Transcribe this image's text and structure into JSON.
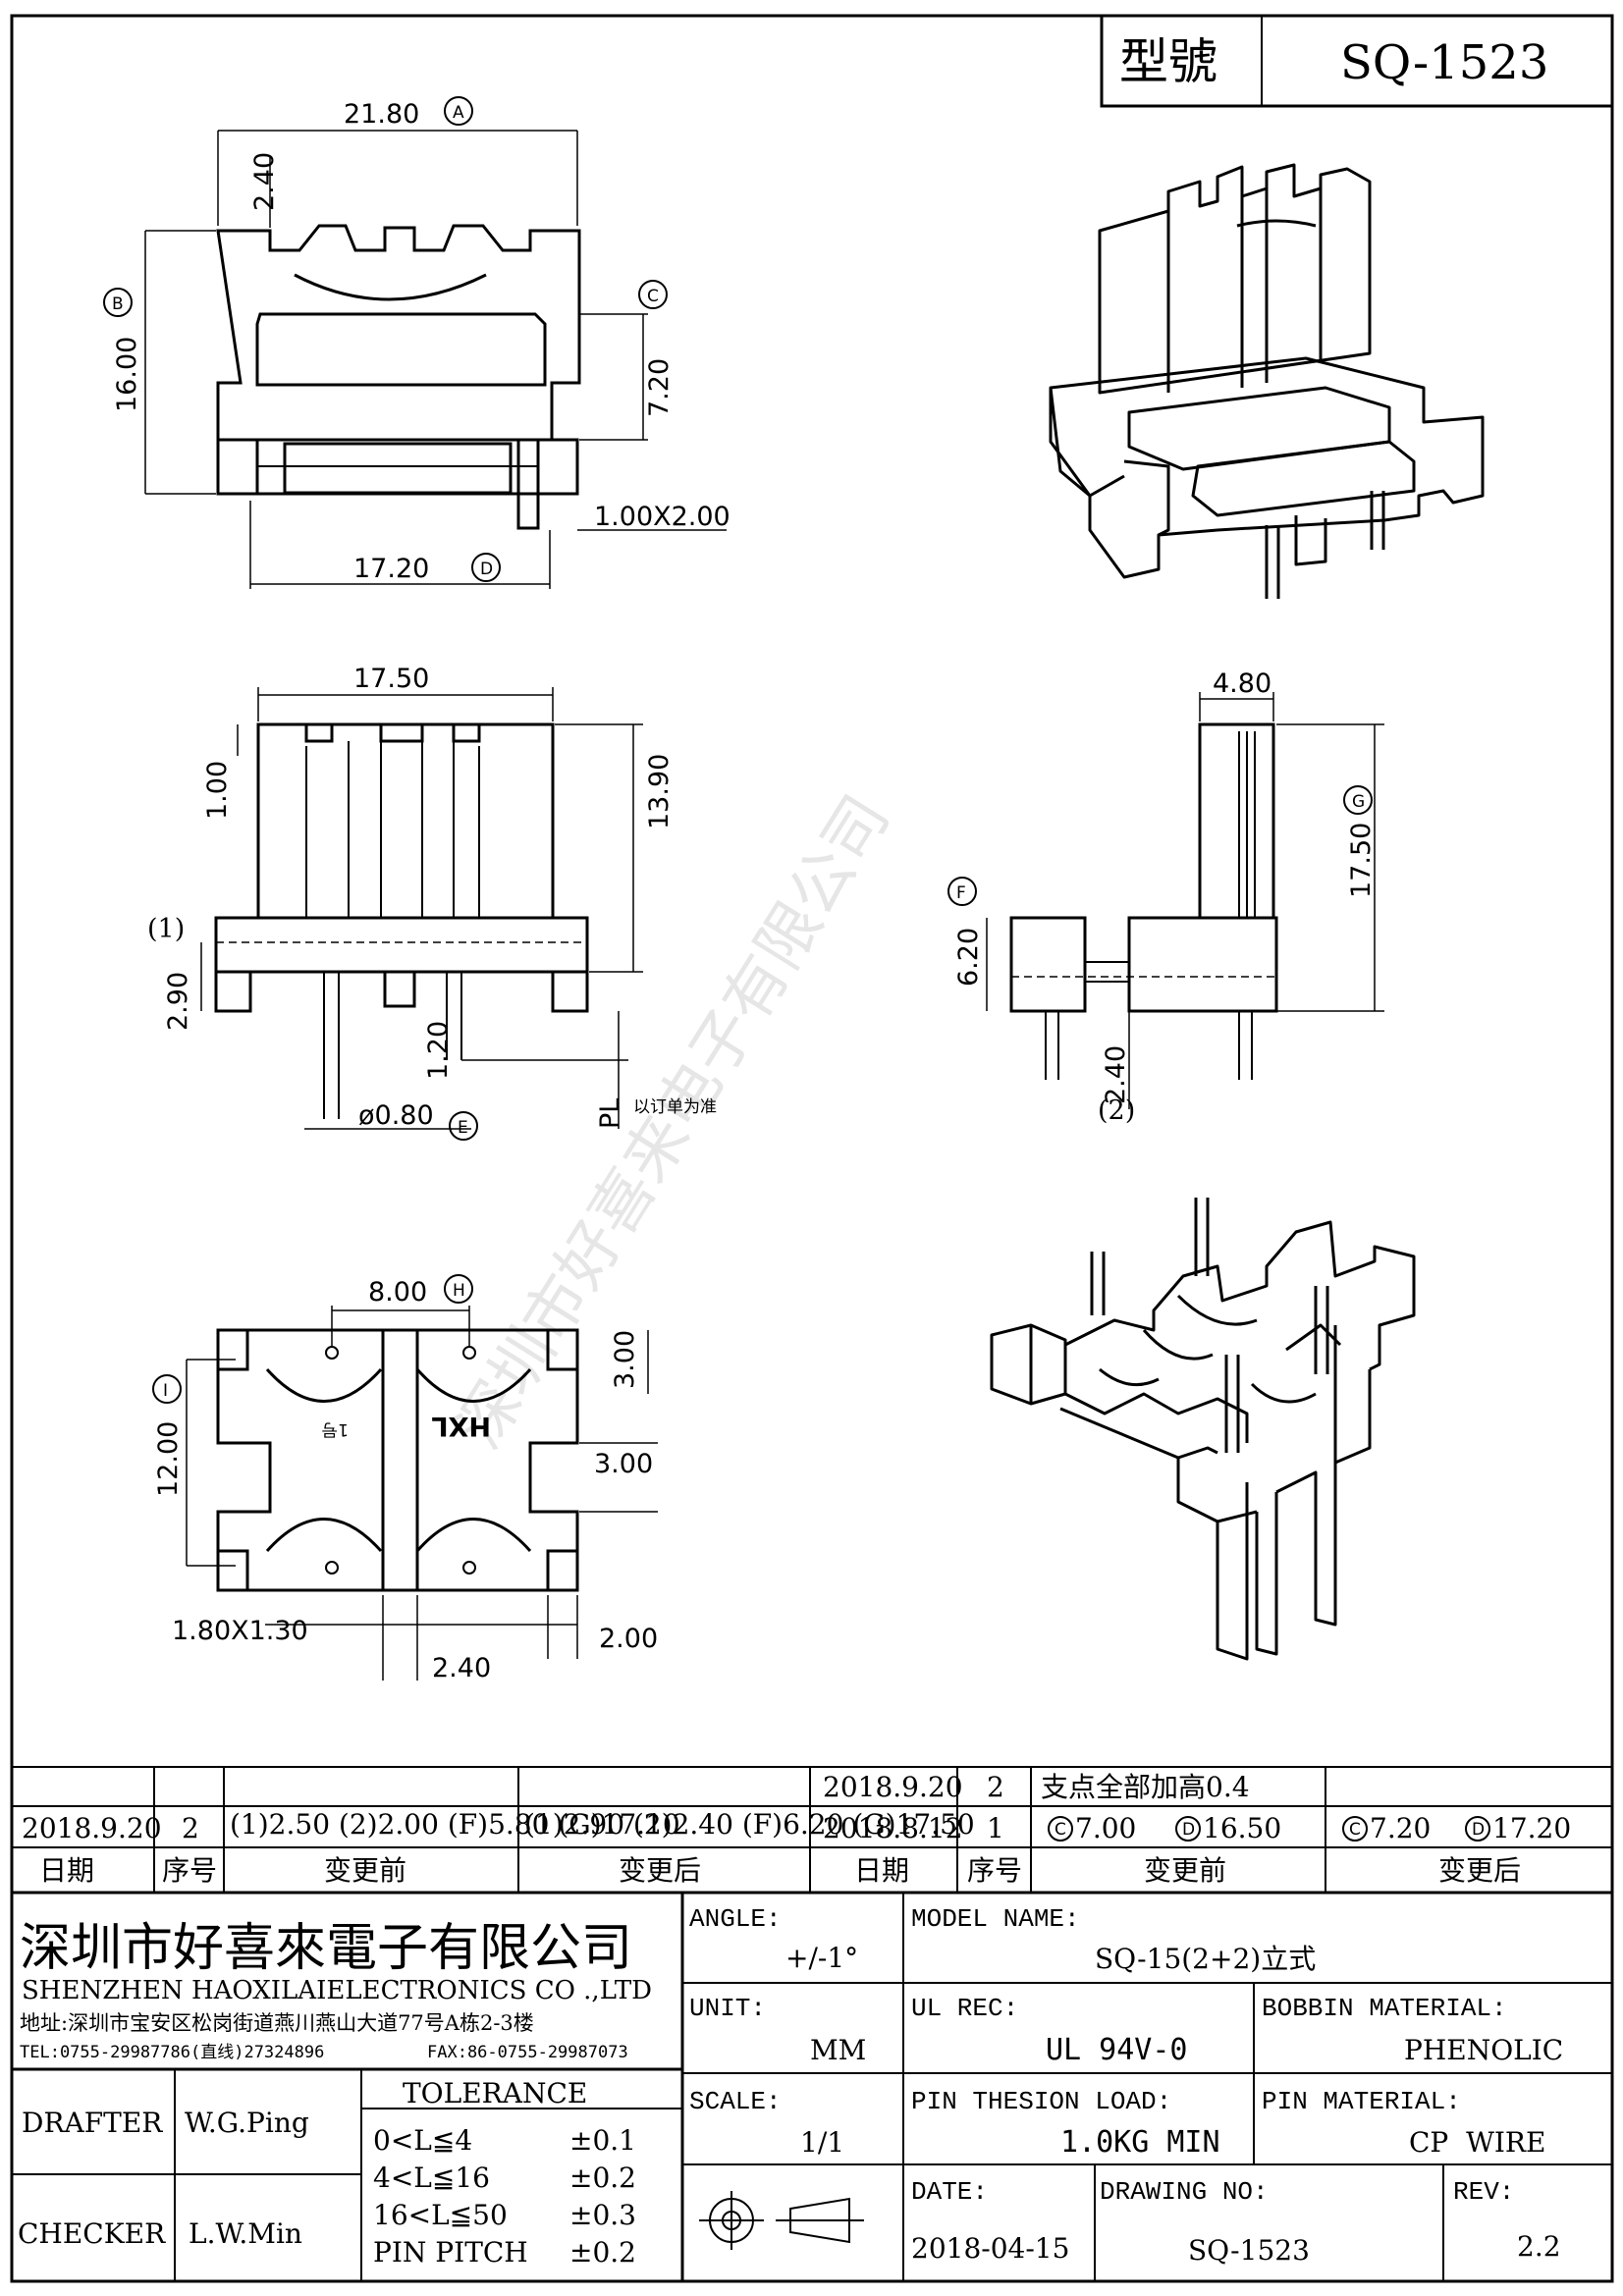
{
  "title_block": {
    "model_label": "型號",
    "model_value": "SQ-1523"
  },
  "dimensions": {
    "top_width": "21.80",
    "top_depth": "16.00",
    "top_slot": "2.40",
    "top_inner": "7.20",
    "top_pin_pad": "1.00X2.00",
    "top_bottom_width": "17.20",
    "front_width": "17.50",
    "front_top_step": "1.00",
    "front_height": "13.90",
    "front_base": "2.90",
    "front_pin_offset": "1.20",
    "front_pin_dia": "ø0.80",
    "front_pl": "PL",
    "front_pl_note": "以订单为准",
    "front_note_1": "(1)",
    "side_depth": "4.80",
    "side_height": "17.50",
    "side_base": "6.20",
    "side_pin": "2.40",
    "side_note_2": "(2)",
    "bottom_pitch": "8.00",
    "bottom_top": "3.00",
    "bottom_height": "12.00",
    "bottom_slot": "3.00",
    "bottom_pad": "1.80X1.30",
    "bottom_right": "2.00",
    "bottom_center": "2.40"
  },
  "callouts": {
    "a": "A",
    "b": "B",
    "c": "C",
    "d": "D",
    "e": "E",
    "f": "F",
    "g": "G",
    "h": "H",
    "i": "I"
  },
  "bottom_marks": {
    "brand": "HXL",
    "pin_mark": "1号"
  },
  "revision_table": {
    "row1": {
      "date_right": "2018.9.20",
      "seq_right": "2",
      "after_right": "支点全部加高0.4"
    },
    "row2": {
      "date_left": "2018.9.20",
      "seq_left": "2",
      "before_left": "(1)2.50 (2)2.00 (F)5.80 (G)17.10",
      "after_left": "(1)2.90 (2)2.40 (F)6.20 (G)17.50",
      "date_right": "2018.8.12",
      "seq_right": "1",
      "before_right_c": "7.00",
      "before_right_d": "16.50",
      "after_right_c": "7.20",
      "after_right_d": "17.20"
    },
    "headers": {
      "date": "日期",
      "seq": "序号",
      "before": "变更前",
      "after": "变更后"
    }
  },
  "company": {
    "name_cn": "深圳市好喜來電子有限公司",
    "name_en": "SHENZHEN HAOXILAIELECTRONICS CO .,LTD",
    "address": "地址:深圳市宝安区松岗街道燕川燕山大道77号A栋2-3楼",
    "tel": "TEL:0755-29987786(直线)27324896",
    "fax": "FAX:86-0755-29987073"
  },
  "people": {
    "drafter_label": "DRAFTER",
    "drafter": "W.G.Ping",
    "checker_label": "CHECKER",
    "checker": "L.W.Min"
  },
  "tolerance": {
    "title": "TOLERANCE",
    "rows": [
      {
        "range": "0<L≦4",
        "value": "±0.1"
      },
      {
        "range": "4<L≦16",
        "value": "±0.2"
      },
      {
        "range": "16<L≦50",
        "value": "±0.3"
      },
      {
        "range": "PIN PITCH",
        "value": "±0.2"
      }
    ]
  },
  "specs": {
    "angle_label": "ANGLE:",
    "angle": "+/-1°",
    "unit_label": "UNIT:",
    "unit": "MM",
    "scale_label": "SCALE:",
    "scale": "1/1",
    "model_name_label": "MODEL NAME:",
    "model_name": "SQ-15(2+2)立式",
    "ul_label": "UL REC:",
    "ul": "UL 94V-0",
    "bobbin_label": "BOBBIN MATERIAL:",
    "bobbin": "PHENOLIC",
    "pin_load_label": "PIN THESION LOAD:",
    "pin_load": "1.0KG MIN",
    "pin_material_label": "PIN MATERIAL:",
    "pin_material": "CP  WIRE",
    "date_label": "DATE:",
    "date": "2018-04-15",
    "drawing_no_label": "DRAWING NO:",
    "drawing_no": "SQ-1523",
    "rev_label": "REV:",
    "rev": "2.2"
  },
  "watermark": "深圳市好喜来电子有限公司"
}
